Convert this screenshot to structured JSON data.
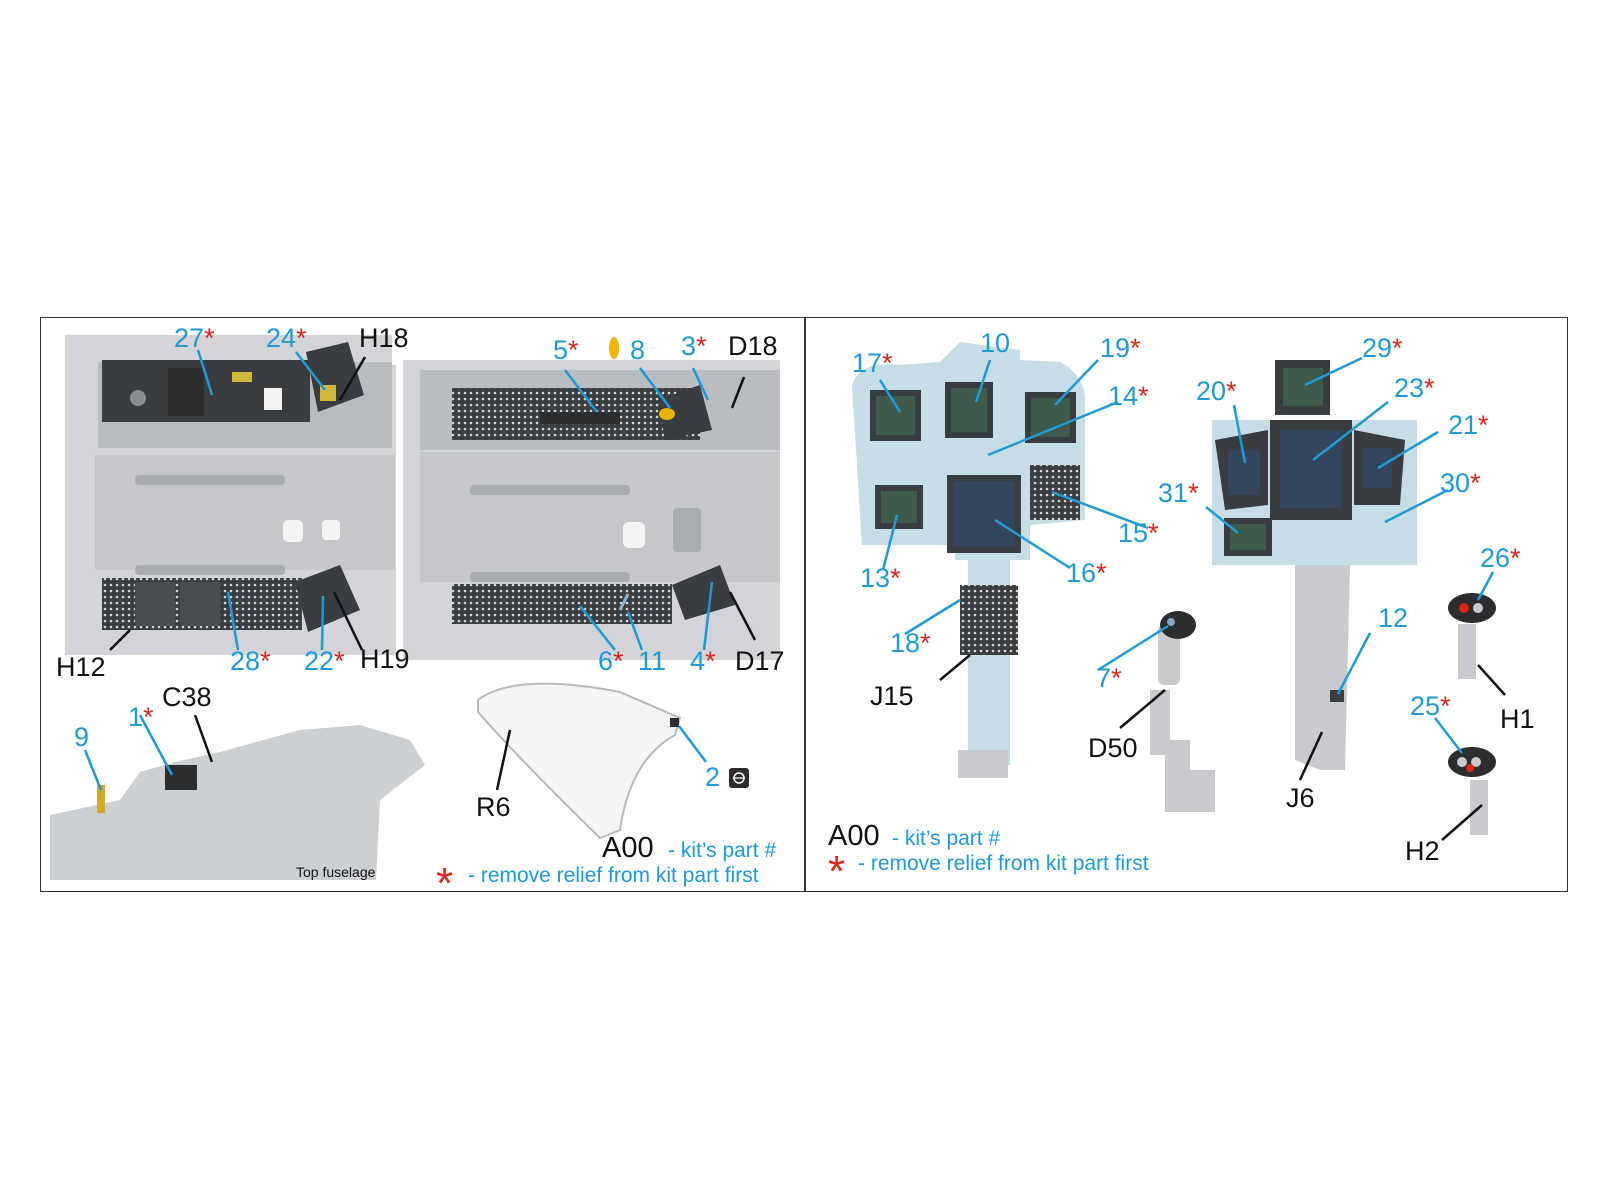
{
  "panel_left": {
    "labels": {
      "p27": {
        "num": "27",
        "star": "*"
      },
      "p24": {
        "num": "24",
        "star": "*"
      },
      "h18": "H18",
      "p5": {
        "num": "5",
        "star": "*"
      },
      "p8": {
        "num": "8",
        "star": ""
      },
      "p3": {
        "num": "3",
        "star": "*"
      },
      "d18": "D18",
      "h12": "H12",
      "p28": {
        "num": "28",
        "star": "*"
      },
      "p22": {
        "num": "22",
        "star": "*"
      },
      "h19": "H19",
      "p6": {
        "num": "6",
        "star": "*"
      },
      "p11": {
        "num": "11",
        "star": ""
      },
      "p4": {
        "num": "4",
        "star": "*"
      },
      "d17": "D17",
      "p9": {
        "num": "9",
        "star": ""
      },
      "p1": {
        "num": "1",
        "star": "*"
      },
      "c38": "C38",
      "r6": "R6",
      "p2": {
        "num": "2",
        "star": ""
      }
    },
    "caption_top_fuselage": "Top fuselage",
    "legend": {
      "code": "A00",
      "kit_text": "- kit’s part #",
      "star": "*",
      "remove_text": "- remove relief from kit part first"
    }
  },
  "panel_right": {
    "labels": {
      "p17": {
        "num": "17",
        "star": "*"
      },
      "p10": {
        "num": "10",
        "star": ""
      },
      "p19": {
        "num": "19",
        "star": "*"
      },
      "p14": {
        "num": "14",
        "star": "*"
      },
      "p13": {
        "num": "13",
        "star": "*"
      },
      "p15": {
        "num": "15",
        "star": "*"
      },
      "p16": {
        "num": "16",
        "star": "*"
      },
      "p18": {
        "num": "18",
        "star": "*"
      },
      "j15": "J15",
      "p7": {
        "num": "7",
        "star": "*"
      },
      "d50": "D50",
      "p29": {
        "num": "29",
        "star": "*"
      },
      "p20": {
        "num": "20",
        "star": "*"
      },
      "p23": {
        "num": "23",
        "star": "*"
      },
      "p21": {
        "num": "21",
        "star": "*"
      },
      "p31": {
        "num": "31",
        "star": "*"
      },
      "p30": {
        "num": "30",
        "star": "*"
      },
      "p12": {
        "num": "12",
        "star": ""
      },
      "j6": "J6",
      "p26": {
        "num": "26",
        "star": "*"
      },
      "h1": "H1",
      "p25": {
        "num": "25",
        "star": "*"
      },
      "h2": "H2"
    },
    "legend": {
      "code": "A00",
      "kit_text": "- kit’s part #",
      "star": "*",
      "remove_text": "- remove relief from kit part first"
    }
  },
  "colors": {
    "label_blue": "#1e9ad6",
    "star_red": "#e0261b",
    "plastic_grey": "#c8cacd",
    "panel_dark": "#3a3d40",
    "screen_green": "#3d5a4a",
    "screen_blue": "#34465e",
    "decal_light_blue": "#c6dde5"
  }
}
